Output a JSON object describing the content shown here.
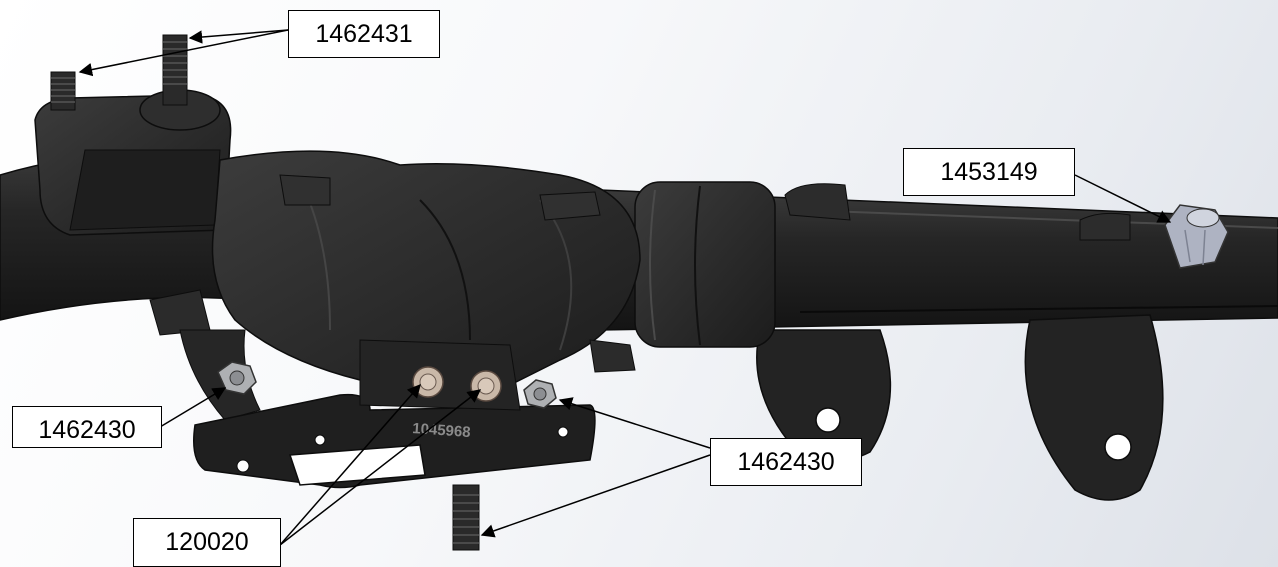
{
  "callouts": [
    {
      "id": "c1",
      "label": "1462431"
    },
    {
      "id": "c2",
      "label": "1453149"
    },
    {
      "id": "c3",
      "label": "1462430"
    },
    {
      "id": "c4",
      "label": "1462430"
    },
    {
      "id": "c5",
      "label": "120020"
    }
  ],
  "part_stamp": "1045968",
  "colors": {
    "part": "#262626",
    "edge": "#111111",
    "washer": "#c9b8a8",
    "fitting": "#aeb3c2"
  }
}
